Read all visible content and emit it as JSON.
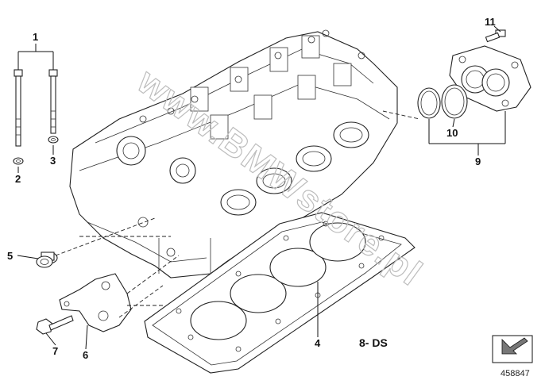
{
  "diagram": {
    "callouts": [
      {
        "id": "1",
        "label": "1"
      },
      {
        "id": "2",
        "label": "2"
      },
      {
        "id": "3",
        "label": "3"
      },
      {
        "id": "4",
        "label": "4"
      },
      {
        "id": "5",
        "label": "5"
      },
      {
        "id": "6",
        "label": "6"
      },
      {
        "id": "7",
        "label": "7"
      },
      {
        "id": "9",
        "label": "9"
      },
      {
        "id": "10",
        "label": "10"
      },
      {
        "id": "11",
        "label": "11"
      }
    ],
    "subset_label": "8- DS",
    "reference_number": "458847",
    "watermark": "www.BMWstore.pl"
  },
  "colors": {
    "line": "#222222",
    "watermark": "#bdbdbd",
    "background": "#ffffff"
  },
  "icons": [
    "orientation-arrow-icon"
  ]
}
